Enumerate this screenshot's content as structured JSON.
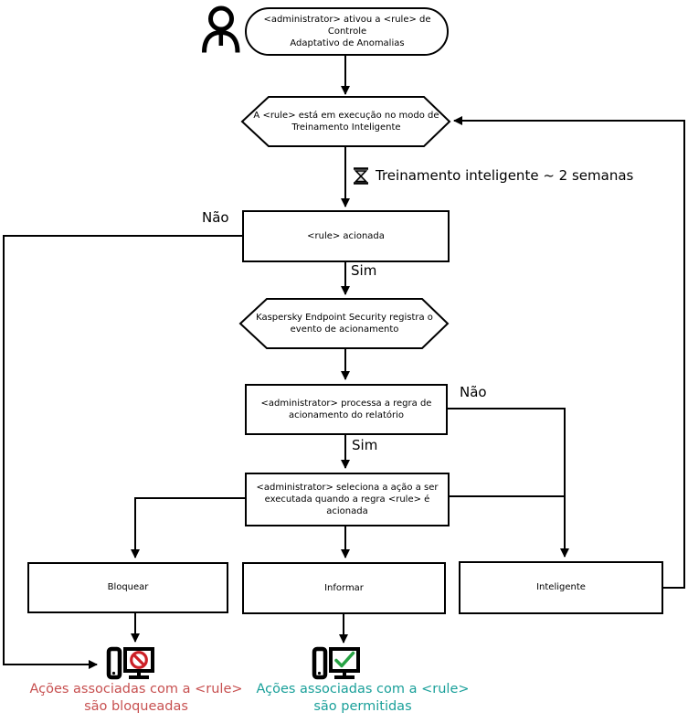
{
  "colors": {
    "line": "#000000",
    "node_fill": "#ffffff",
    "blocked_text": "#c75050",
    "allowed_text": "#1aa09a",
    "prohibition_sign": "#cc2027",
    "checkmark": "#27a344"
  },
  "nodes": {
    "start": {
      "lines": [
        "<administrator> ativou a <rule> de Controle",
        "Adaptativo de Anomalias"
      ]
    },
    "training_mode": {
      "lines": [
        "A <rule> está em execução no modo de",
        "Treinamento Inteligente"
      ]
    },
    "rule_triggered": {
      "label": "<rule> acionada"
    },
    "kes_registers": {
      "lines": [
        "Kaspersky Endpoint Security registra o",
        "evento de acionamento"
      ]
    },
    "admin_processes": {
      "lines": [
        "<administrator> processa a regra de",
        "acionamento do relatório"
      ]
    },
    "admin_selects": {
      "lines": [
        "<administrator> seleciona a ação a ser",
        "executada quando a regra <rule> é",
        "acionada"
      ]
    },
    "action_block": {
      "label": "Bloquear"
    },
    "action_inform": {
      "label": "Informar"
    },
    "action_smart": {
      "label": "Inteligente"
    }
  },
  "edge_labels": {
    "rule_not_triggered": "Não",
    "rule_triggered_yes": "Sim",
    "report_not_processed": "Não",
    "report_processed_yes": "Sim",
    "training_duration": "Treinamento inteligente ~ 2 semanas"
  },
  "outcomes": {
    "blocked": {
      "lines": [
        "Ações associadas com a <rule>",
        "são bloqueadas"
      ]
    },
    "allowed": {
      "lines": [
        "Ações associadas com a <rule>",
        "são permitidas"
      ]
    }
  },
  "icons": {
    "person": "actor / administrator",
    "hourglass": "waiting period",
    "blocked_computer": "computer with prohibition sign",
    "allowed_computer": "computer with check mark"
  }
}
